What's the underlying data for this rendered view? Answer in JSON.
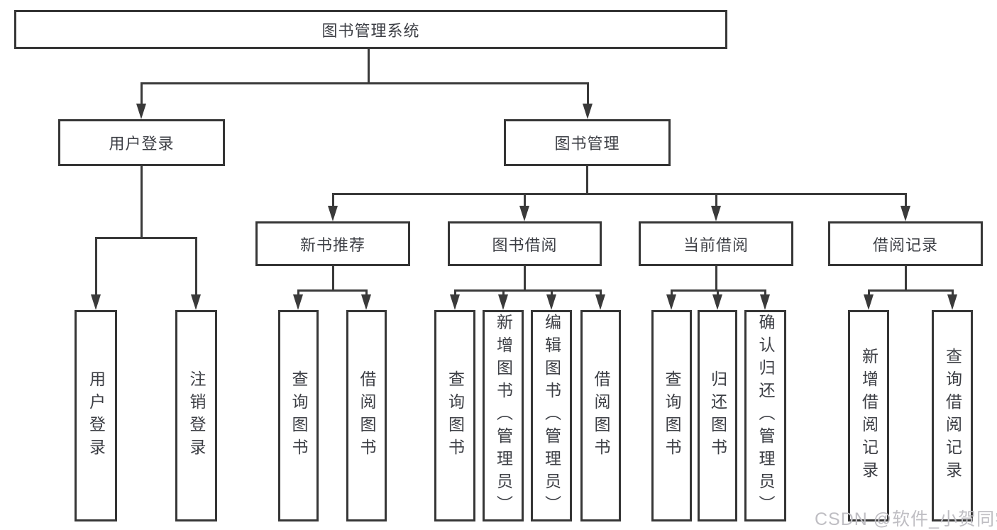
{
  "diagram": {
    "root": {
      "label": "图书管理系统"
    },
    "level2": [
      {
        "id": "user-login",
        "label": "用户登录"
      },
      {
        "id": "book-mgmt",
        "label": "图书管理"
      }
    ],
    "level3": [
      {
        "id": "new-book-rec",
        "label": "新书推荐"
      },
      {
        "id": "book-borrow",
        "label": "图书借阅"
      },
      {
        "id": "current-borrow",
        "label": "当前借阅"
      },
      {
        "id": "borrow-records",
        "label": "借阅记录"
      }
    ],
    "leaves": [
      {
        "id": "user-login-leaf",
        "label": "用户登录"
      },
      {
        "id": "logout",
        "label": "注销登录"
      },
      {
        "id": "query-books-rec",
        "label": "查询图书"
      },
      {
        "id": "borrow-books-rec",
        "label": "借阅图书"
      },
      {
        "id": "query-books-borrow",
        "label": "查询图书"
      },
      {
        "id": "add-books-admin",
        "label": "新增图书（管理员）"
      },
      {
        "id": "edit-books-admin",
        "label": "编辑图书（管理员）"
      },
      {
        "id": "borrow-books-borrow",
        "label": "借阅图书"
      },
      {
        "id": "query-books-current",
        "label": "查询图书"
      },
      {
        "id": "return-books",
        "label": "归还图书"
      },
      {
        "id": "confirm-return-admin",
        "label": "确认归还（管理员）"
      },
      {
        "id": "add-borrow-record",
        "label": "新增借阅记录"
      },
      {
        "id": "query-borrow-record",
        "label": "查询借阅记录"
      }
    ]
  },
  "watermark": {
    "text": "CSDN @软件_小贺同学"
  },
  "colors": {
    "line": "#3a3a3a",
    "text": "#3d3f45",
    "watermark": "#bfbec3"
  }
}
